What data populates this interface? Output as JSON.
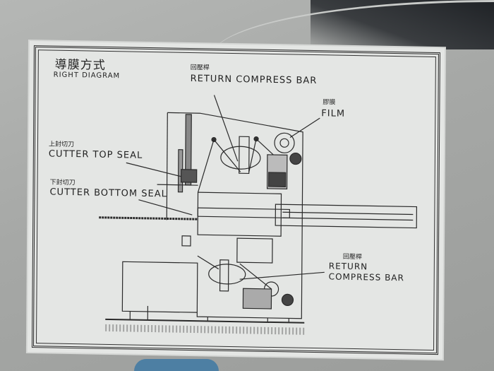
{
  "title": {
    "chinese": "導膜方式",
    "english": "RIGHT DIAGRAM"
  },
  "labels": {
    "return_compress_bar_top": {
      "chinese": "回壓桿",
      "english": "RETURN COMPRESS BAR"
    },
    "film": {
      "chinese": "膠膜",
      "english": "FILM"
    },
    "cutter_top_seal": {
      "chinese": "上封切刀",
      "english": "CUTTER TOP SEAL"
    },
    "cutter_bottom_seal": {
      "chinese": "下封切刀",
      "english": "CUTTER BOTTOM SEAL"
    },
    "return_compress_bar_bottom": {
      "chinese": "回壓桿",
      "english_line1": "RETURN",
      "english_line2": "COMPRESS BAR"
    }
  },
  "colors": {
    "sticker": "#e4e6e4",
    "ink": "#222222",
    "wall": "#a6a8a6"
  }
}
